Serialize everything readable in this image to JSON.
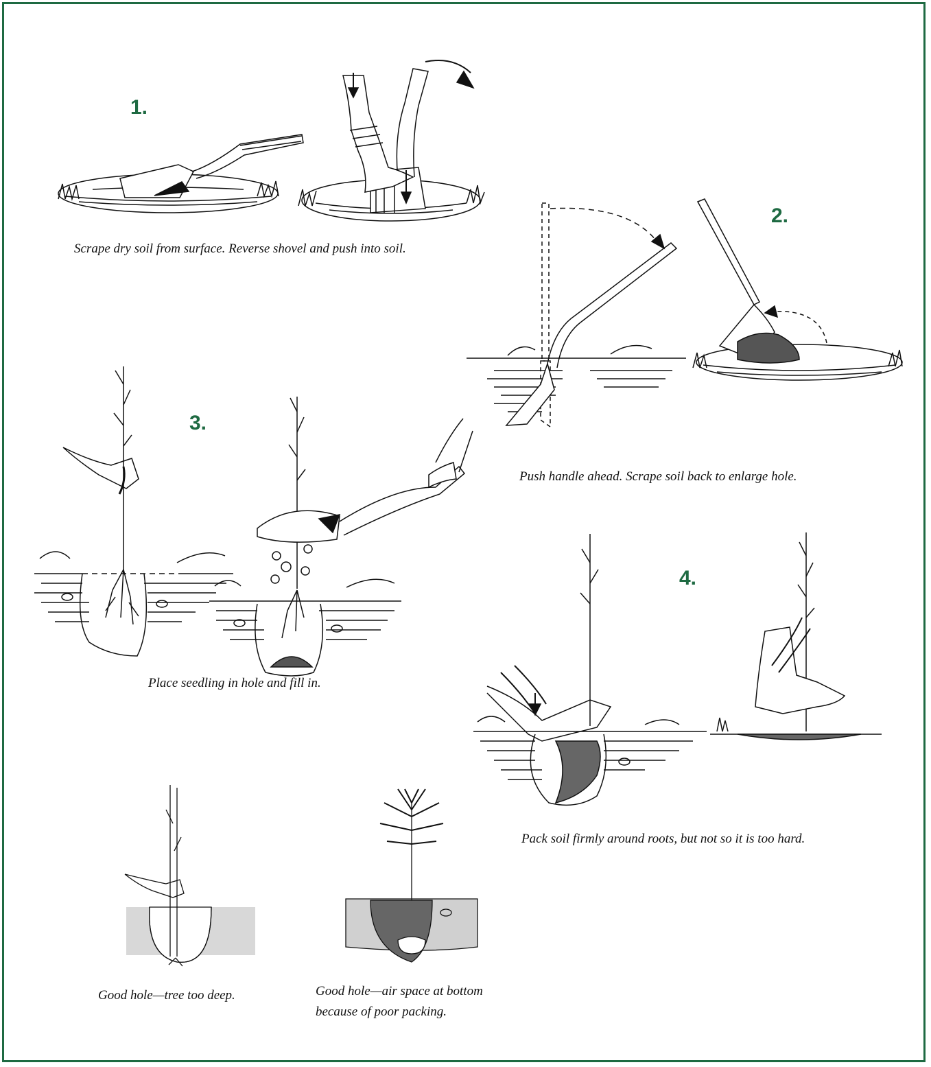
{
  "colors": {
    "frame": "#1e6a42",
    "step_number": "#1e6a42",
    "ink": "#111111"
  },
  "steps": [
    {
      "number": "1.",
      "caption": "Scrape dry soil from surface. Reverse shovel and push into soil."
    },
    {
      "number": "2.",
      "caption": "Push handle ahead. Scrape soil back to enlarge hole."
    },
    {
      "number": "3.",
      "caption": "Place seedling in hole and fill in."
    },
    {
      "number": "4.",
      "caption": "Pack soil firmly around roots, but not so it is too hard."
    }
  ],
  "examples": [
    {
      "caption": "Good hole—tree too deep."
    },
    {
      "caption_line1": "Good hole—air space at bottom",
      "caption_line2": "because of poor packing."
    }
  ]
}
